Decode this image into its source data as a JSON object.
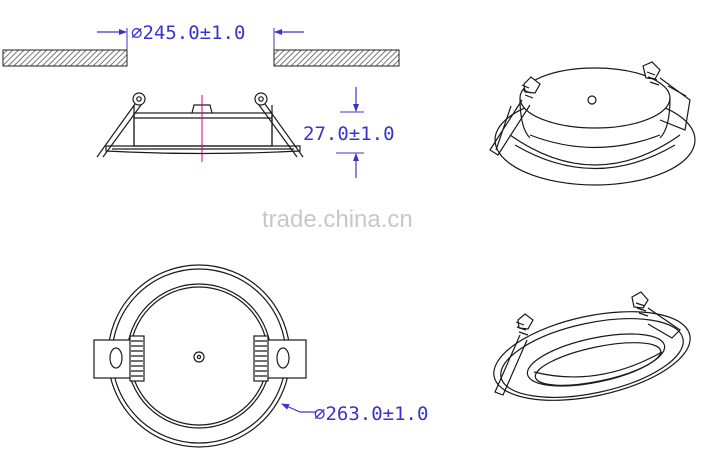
{
  "drawing": {
    "cutout_dimension": "⌀245.0±1.0",
    "height_dimension": "27.0±1.0",
    "outer_dimension": "⌀263.0±1.0"
  },
  "watermark": "trade.china.cn",
  "colors": {
    "line": "#1a1a1a",
    "dimension": "#3a35c8",
    "centerline": "#d6007a",
    "hatch": "#666666",
    "watermark": "#c8c8c8"
  }
}
